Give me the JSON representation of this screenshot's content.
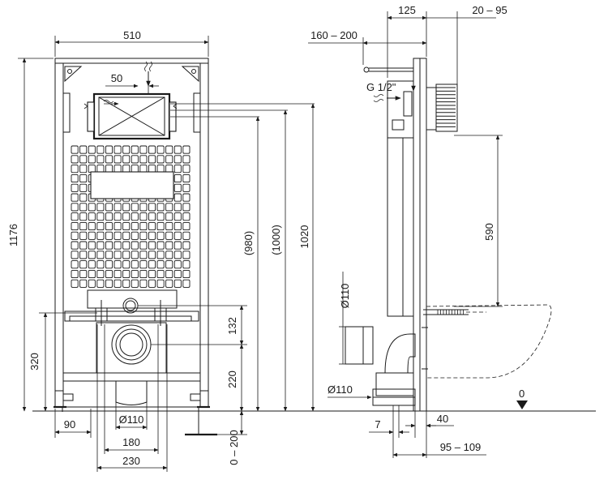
{
  "dimensions": {
    "frame_width": "510",
    "flush_plate_offset": "50",
    "total_height": "1176",
    "height_980": "(980)",
    "height_1000": "(1000)",
    "height_1020": "1020",
    "height_320": "320",
    "height_132": "132",
    "height_220": "220",
    "height_0_200": "0 – 200",
    "foot_90": "90",
    "drain_dia_front": "Ø110",
    "spacing_180": "180",
    "spacing_230": "230",
    "depth_125": "125",
    "depth_20_95": "20 – 95",
    "depth_160_200": "160 – 200",
    "water_inlet": "G 1/2\"",
    "height_590": "590",
    "outlet_dia_side": "Ø110",
    "drain_dia_side": "Ø110",
    "floor_level": "0",
    "offset_7": "7",
    "offset_40": "40",
    "depth_95_109": "95 – 109"
  }
}
